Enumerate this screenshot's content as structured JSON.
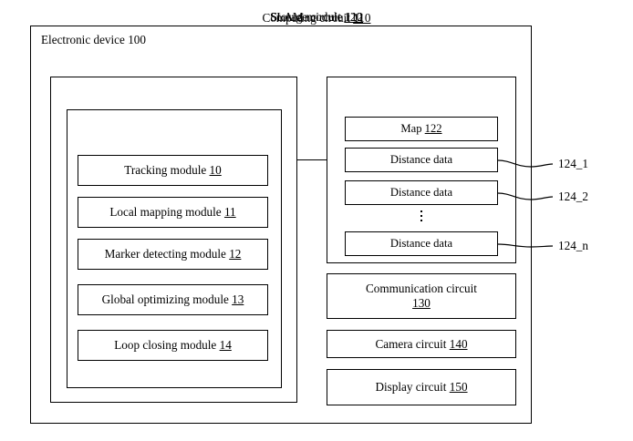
{
  "figure": {
    "device_label": "Electronic device 100",
    "device_ref": "100"
  },
  "computing_circuit": {
    "title": "Computing circuit",
    "ref": "110",
    "slam": {
      "title": "SLAM module",
      "ref": "112",
      "modules": [
        {
          "label": "Tracking module",
          "ref": "10"
        },
        {
          "label": "Local mapping module",
          "ref": "11"
        },
        {
          "label": "Marker detecting module",
          "ref": "12"
        },
        {
          "label": "Global optimizing module",
          "ref": "13"
        },
        {
          "label": "Loop closing module",
          "ref": "14"
        }
      ]
    }
  },
  "storage_circuit": {
    "title": "Storage circuit",
    "ref": "120",
    "map": {
      "label": "Map",
      "ref": "122"
    },
    "distance_data": [
      {
        "label": "Distance data",
        "ref": "124_1"
      },
      {
        "label": "Distance data",
        "ref": "124_2"
      },
      {
        "label": "Distance data",
        "ref": "124_n"
      }
    ],
    "ellipsis": "⋮"
  },
  "other_circuits": [
    {
      "label": "Communication circuit",
      "ref": "130",
      "two_line": true
    },
    {
      "label": "Camera circuit",
      "ref": "140",
      "two_line": false
    },
    {
      "label": "Display circuit",
      "ref": "150",
      "two_line": false
    }
  ],
  "colors": {
    "stroke": "#000000",
    "background": "#ffffff"
  }
}
